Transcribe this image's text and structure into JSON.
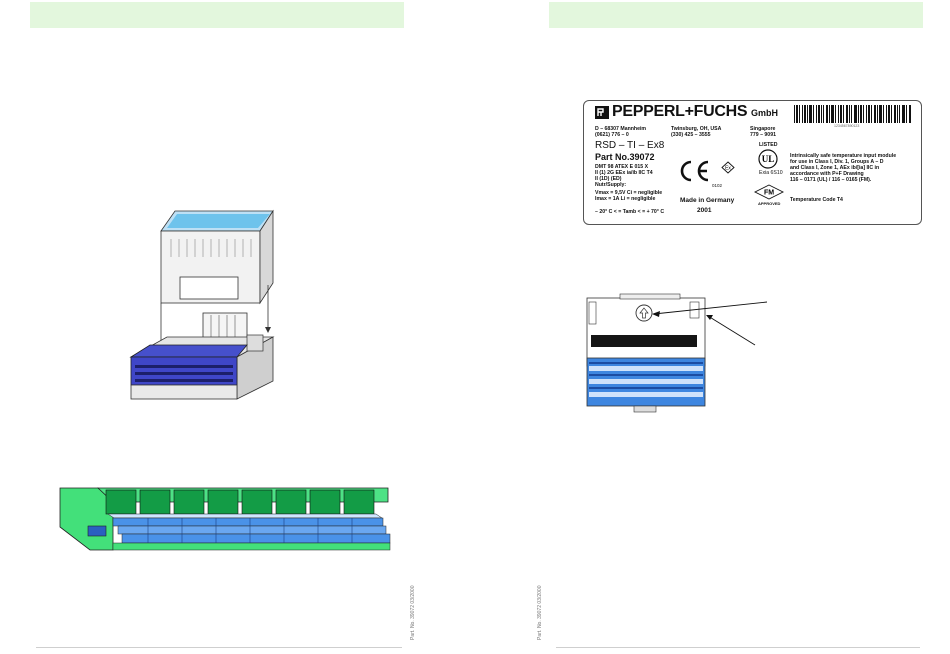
{
  "page": {
    "footer_code_left": "Part. No. 39072 03/2000",
    "footer_code_right": "Part. No. 39072 03/2000"
  },
  "label": {
    "brand": "PEPPERL+FUCHS",
    "brand_suffix": "GmbH",
    "barcode_number": "1234567890123",
    "addr_mannheim": [
      "D – 68307 Mannheim",
      "(0621) 776 – 0"
    ],
    "addr_twinsburg": [
      "Twinsburg, OH, USA",
      "(330) 425 – 3555"
    ],
    "addr_singapore": [
      "Singapore",
      "779 – 9091"
    ],
    "model": "RSD – TI – Ex8",
    "part_no": "Part No.39072",
    "cert_lines": [
      "DMT 98 ATEX E 015 X",
      "II (1) 2G EEx ia/ib IIC T4",
      "II (1D) (ED)",
      "Nutr/Supply:"
    ],
    "vmax_line": "Vmax = 9,5V  Ci = negligible",
    "imax_line": "Imax = 1A    Li = negligible",
    "temp_line": "– 20° C < = Tamb < = + 70° C",
    "ce_number": "0102",
    "listed": "LISTED",
    "ul_code": "Exia 6S10",
    "made_in": "Made in Germany",
    "year": "2001",
    "approval_text": [
      "Intrinsically safe temperature input module",
      "for use in Class I, Div. 1, Groups A – D",
      "and Class I, Zone 1, AEx ib/[ia] IIC in",
      "accordance with P+F Drawing",
      "116 – 0171 (UL) / 116 – 0165 (FM)."
    ],
    "fm_mark": "FM",
    "fm_approved": "APPROVED",
    "temp_code": "Temperature Code T4"
  },
  "colors": {
    "header_band": "#e3f7dd",
    "module_blue": "#3f46c8",
    "module_lightblue": "#a8ccf0",
    "rail_green": "#43e07a",
    "terminal_blue": "#4a92e8"
  }
}
